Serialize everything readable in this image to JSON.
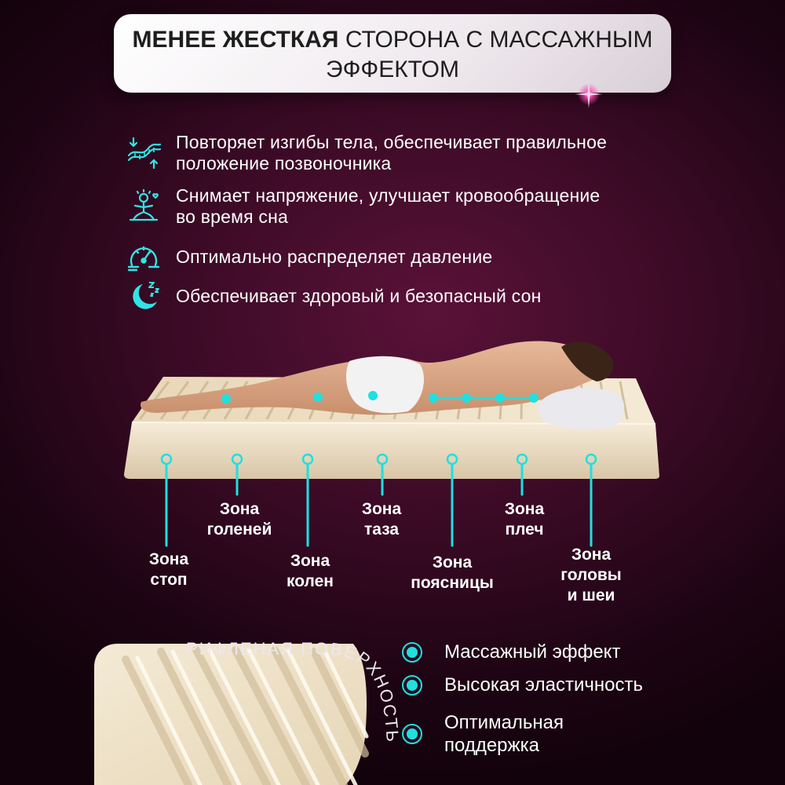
{
  "header": {
    "title_bold": "МЕНЕЕ ЖЕСТКАЯ",
    "title_rest_line1": " СТОРОНА С МАССАЖНЫМ",
    "title_line2": "ЭФФЕКТОМ"
  },
  "features": [
    {
      "icon": "spine-wave-icon",
      "line1": "Повторяет изгибы тела, обеспечивает правильное",
      "line2": "положение позвоночника"
    },
    {
      "icon": "relaxed-person-icon",
      "line1": "Снимает напряжение, улучшает кровообращение",
      "line2": "во время сна"
    },
    {
      "icon": "pressure-gauge-icon",
      "line1": "Оптимально распределяет давление",
      "line2": ""
    },
    {
      "icon": "sleep-moon-icon",
      "line1": "Обеспечивает здоровый и безопасный сон",
      "line2": ""
    }
  ],
  "zones": [
    {
      "line1": "Зона",
      "line2": "стоп",
      "line3": ""
    },
    {
      "line1": "Зона",
      "line2": "голеней",
      "line3": ""
    },
    {
      "line1": "Зона",
      "line2": "колен",
      "line3": ""
    },
    {
      "line1": "Зона",
      "line2": "таза",
      "line3": ""
    },
    {
      "line1": "Зона",
      "line2": "поясницы",
      "line3": ""
    },
    {
      "line1": "Зона",
      "line2": "плеч",
      "line3": ""
    },
    {
      "line1": "Зона",
      "line2": "головы",
      "line3": "и шеи"
    }
  ],
  "surface": {
    "label": "РИФЛЕНАЯ ПОВЕРХНОСТЬ"
  },
  "benefits": [
    {
      "line1": "Массажный эффект",
      "line2": ""
    },
    {
      "line1": "Высокая эластичность",
      "line2": ""
    },
    {
      "line1": "Оптимальная",
      "line2": "поддержка"
    }
  ],
  "colors": {
    "accent": "#1ee0e0",
    "background": "#3a0a25",
    "foam": "#efe4cf"
  }
}
